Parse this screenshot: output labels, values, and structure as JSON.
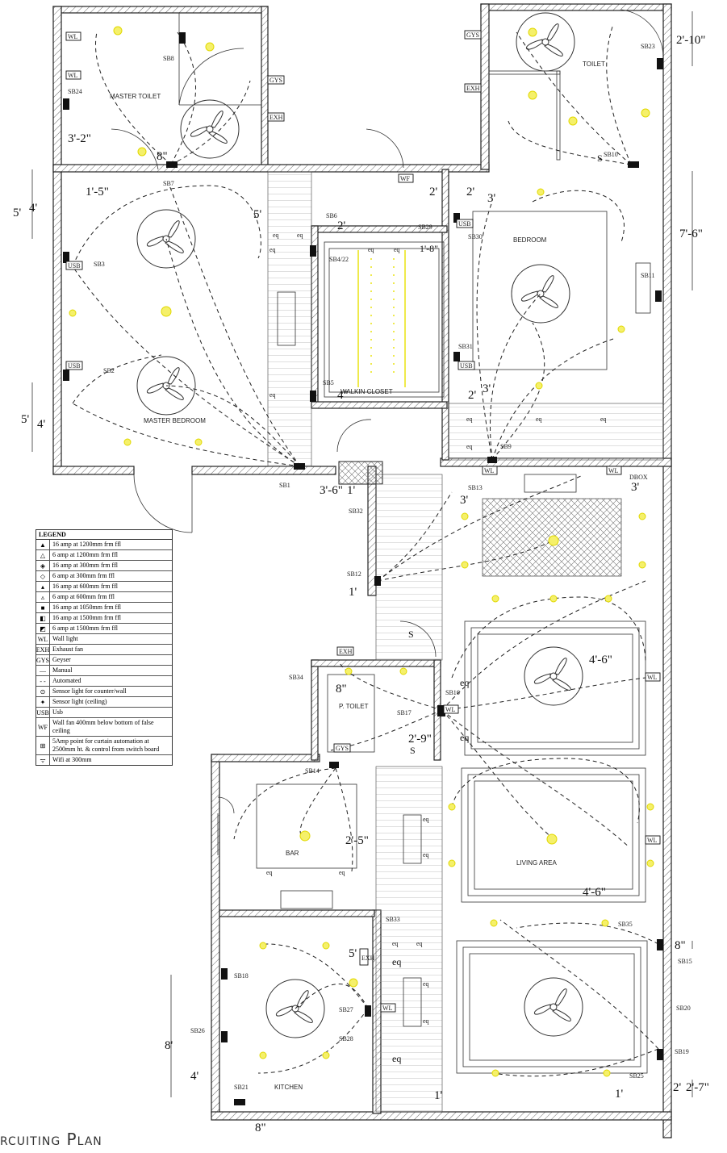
{
  "title": "rcuiting Plan",
  "rooms": {
    "master_toilet": "MASTER TOILET",
    "toilet": "TOILET",
    "bedroom": "BEDROOM",
    "master_bedroom": "MASTER BEDROOM",
    "walkin_closet": "WALKIN CLOSET",
    "p_toilet": "P. TOILET",
    "bar": "BAR",
    "living_area": "LIVING AREA",
    "kitchen": "KITCHEN"
  },
  "switchboards": [
    "SB1",
    "SB2",
    "SB3",
    "SB4/22",
    "SB5",
    "SB6",
    "SB7",
    "SB8",
    "SB9",
    "SB10",
    "SB11",
    "SB12",
    "SB13",
    "SB14",
    "SB15",
    "SB16",
    "SB17",
    "SB18",
    "SB19",
    "SB20",
    "SB21",
    "SB23",
    "SB24",
    "SB25",
    "SB26",
    "SB27",
    "SB28",
    "SB29",
    "SB30",
    "SB31",
    "SB32",
    "SB33",
    "SB34",
    "SB35"
  ],
  "tags": {
    "wl": "WL",
    "exh": "EXH",
    "gys": "GYS",
    "usb": "USB",
    "wf": "WF",
    "eq": "eq",
    "s": "S",
    "dbox": "DBOX"
  },
  "dimensions": {
    "d1": "2'-10\"",
    "d2": "3'-2\"",
    "d3": "8\"",
    "d4": "1'-5\"",
    "d5": "5'",
    "d6": "4'",
    "d7": "5'",
    "d8": "2'",
    "d9": "2'",
    "d10": "3'",
    "d11": "7'-6\"",
    "d12": "2'",
    "d13": "1'-8\"",
    "d14": "4\"",
    "d15": "3'",
    "d16": "2'",
    "d17": "5'",
    "d18": "4'",
    "d19": "3'-6\"",
    "d20": "1'",
    "d21": "3'",
    "d22": "3'",
    "d23": "1'",
    "d24": "4'-6\"",
    "d25": "8\"",
    "d26": "2'-9\"",
    "d27": "2'-5\"",
    "d28": "4'-6\"",
    "d29": "5'",
    "d30": "8\"",
    "d31": "8'",
    "d32": "4'",
    "d33": "1'",
    "d34": "1'",
    "d35": "2'",
    "d36": "2'-7\"",
    "d37": "8\""
  },
  "legend": {
    "title": "LEGEND",
    "items": [
      {
        "sym": "▲",
        "text": "16 amp at 1200mm frm ffl"
      },
      {
        "sym": "△",
        "text": "6 amp at 1200mm frm ffl"
      },
      {
        "sym": "◈",
        "text": "16 amp at 300mm frm ffl"
      },
      {
        "sym": "◇",
        "text": "6 amp at 300mm frm ffl"
      },
      {
        "sym": "▴",
        "text": "16 amp at 600mm frm ffl"
      },
      {
        "sym": "▵",
        "text": "6 amp at 600mm frm ffl"
      },
      {
        "sym": "■",
        "text": "16 amp at 1050mm frm ffl"
      },
      {
        "sym": "◧",
        "text": "16 amp at 1500mm frm ffl"
      },
      {
        "sym": "◩",
        "text": "6 amp at 1500mm frm ffl"
      },
      {
        "sym": "WL",
        "text": "Wall light"
      },
      {
        "sym": "EXH",
        "text": "Exhaust fan"
      },
      {
        "sym": "GYS",
        "text": "Geyser"
      },
      {
        "sym": "—",
        "text": "Manual"
      },
      {
        "sym": "- -",
        "text": "Automated"
      },
      {
        "sym": "⊙",
        "text": "Sensor light for counter/wall"
      },
      {
        "sym": "✦",
        "text": "Sensor light (ceiling)"
      },
      {
        "sym": "USB",
        "text": "Usb"
      },
      {
        "sym": "WF",
        "text": "Wall fan 400mm below bottom of false ceiling"
      },
      {
        "sym": "⊞",
        "text": "5Amp point for curtain automation at 2500mm ht. & control from switch board"
      },
      {
        "sym": "ᯤ",
        "text": "Wifi at 300mm"
      }
    ]
  }
}
